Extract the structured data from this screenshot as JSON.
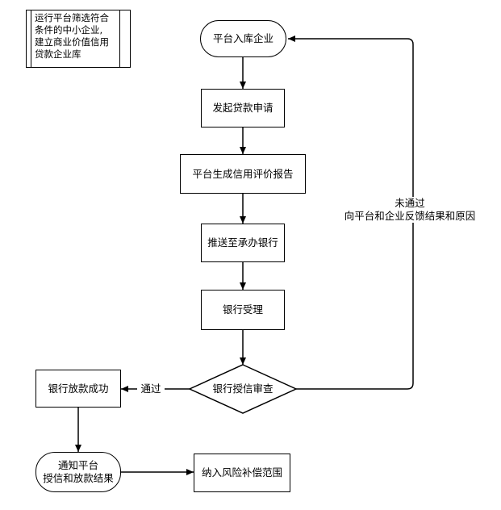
{
  "note": {
    "lines": [
      "运行平台筛选符合",
      "条件的中小企业,",
      "建立商业价值信用",
      "贷款企业库"
    ]
  },
  "nodes": {
    "start": "平台入库企业",
    "apply": "发起贷款申请",
    "report": "平台生成信用评价报告",
    "push": "推送至承办银行",
    "accept": "银行受理",
    "review": "银行授信审查",
    "success": "银行放款成功",
    "notify_line1": "通知平台",
    "notify_line2": "授信和放款结果",
    "risk": "纳入风险补偿范围"
  },
  "edges": {
    "pass_label": "通过",
    "fail_label_line1": "未通过",
    "fail_label_line2": "向平台和企业反馈结果和原因"
  }
}
